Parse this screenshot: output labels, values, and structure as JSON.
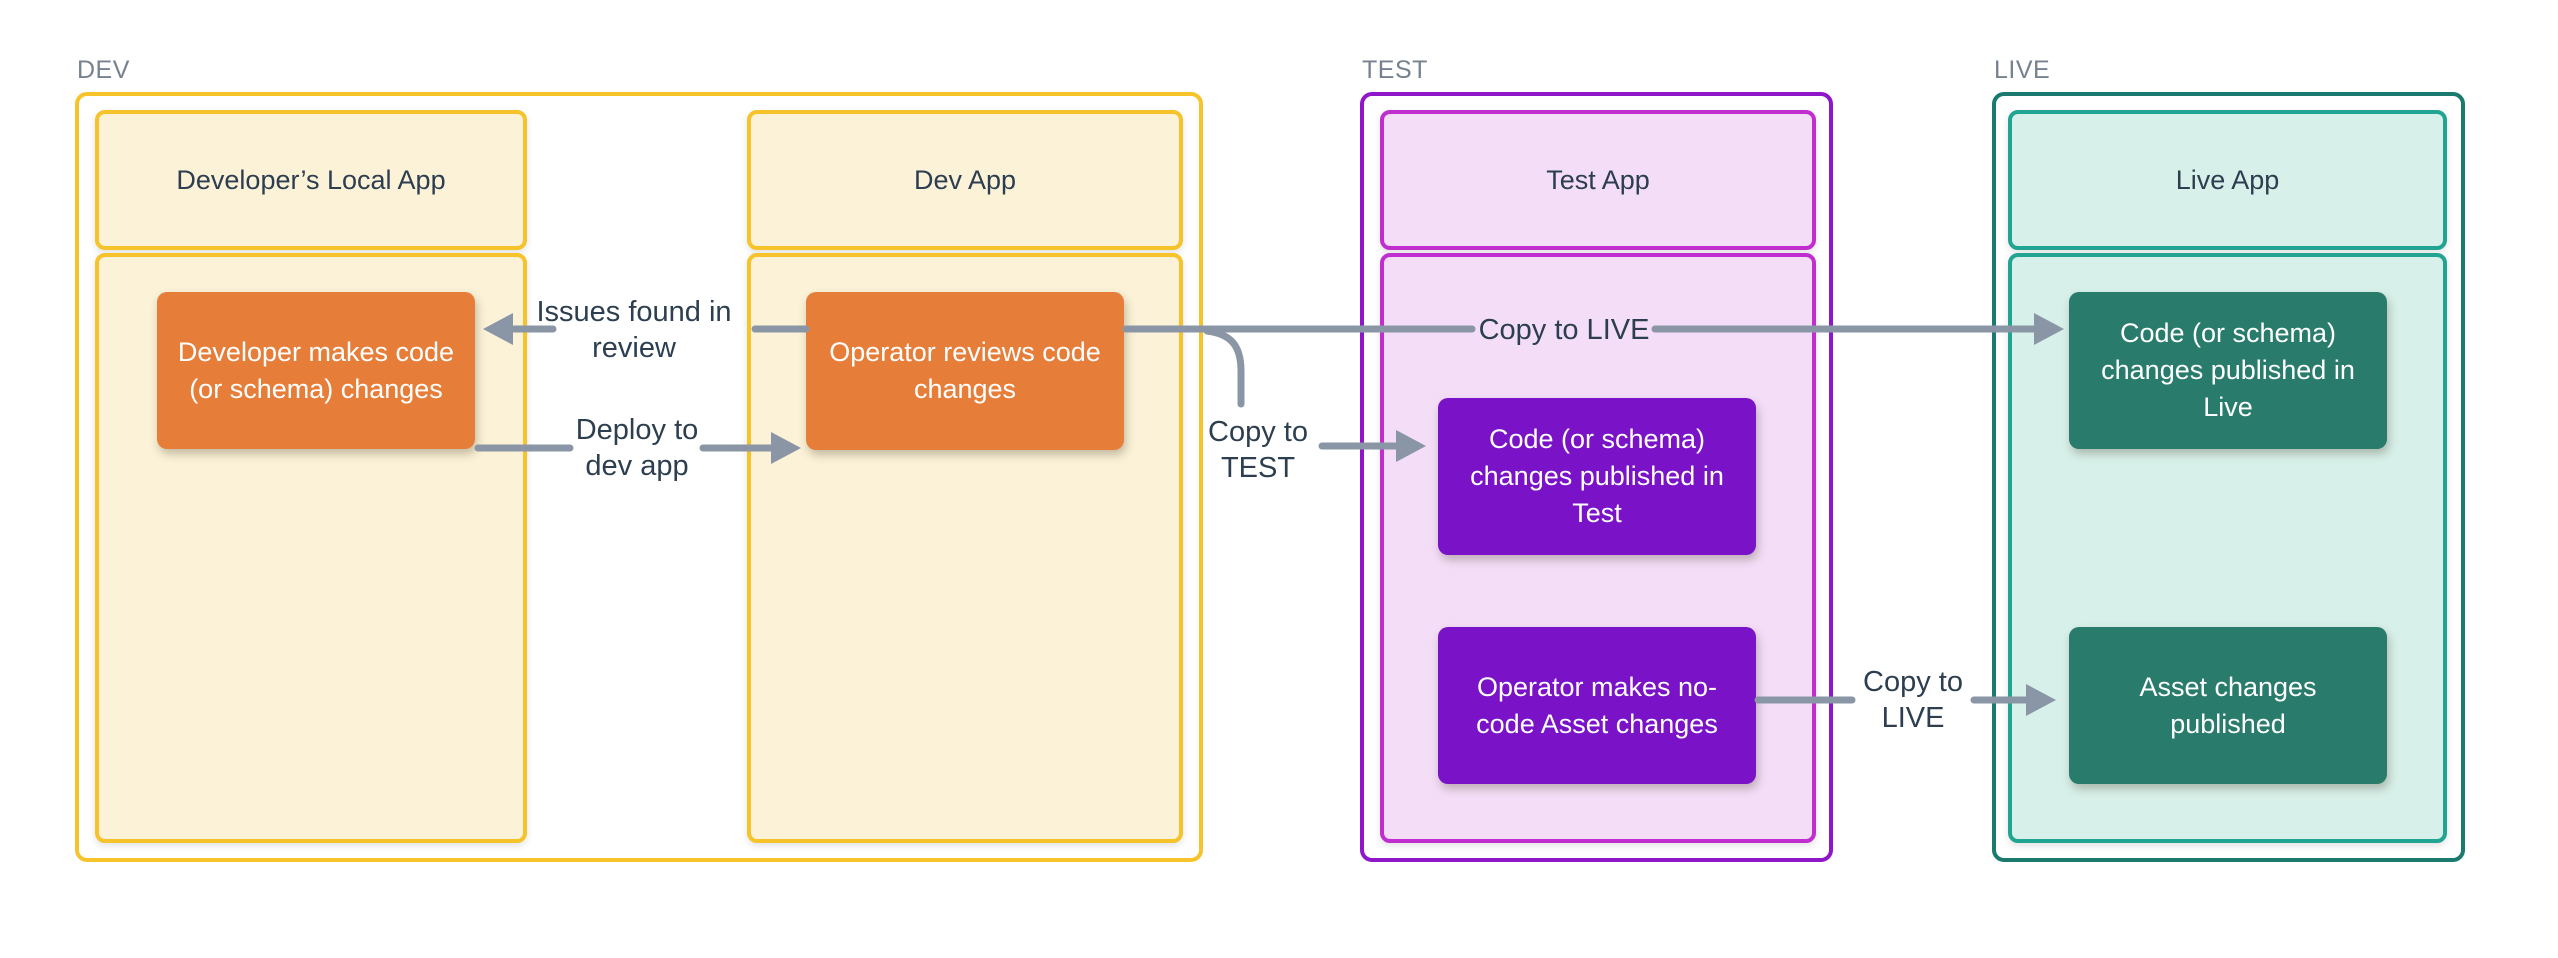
{
  "colors": {
    "page-bg": "#FFFFFF",
    "gold-border": "#F7C32B",
    "cream-fill": "#FBF2D7",
    "orange-box": "#E67E3A",
    "purple-border": "#8F17C9",
    "purple-inner-border": "#C02ECF",
    "purple-fill": "#F4DDF7",
    "purple-box": "#7A12C7",
    "teal-border": "#1B7A6E",
    "teal-inner-border": "#21A492",
    "teal-fill": "#D7F0E9",
    "teal-box": "#297C6B",
    "arrow-gray": "#8A96A5",
    "label-gray": "#76828F",
    "text-dark": "#2C3E50",
    "box-text": "#FFFFFF"
  },
  "groups": {
    "dev": {
      "label": "DEV",
      "local_app": {
        "title": "Developer’s Local App",
        "box": "Developer makes code (or schema) changes"
      },
      "dev_app": {
        "title": "Dev App",
        "box": "Operator reviews code changes"
      }
    },
    "test": {
      "label": "TEST",
      "app": {
        "title": "Test App",
        "box_code": "Code (or schema) changes published in Test",
        "box_asset": "Operator makes no-code Asset changes"
      }
    },
    "live": {
      "label": "LIVE",
      "app": {
        "title": "Live App",
        "box_code": "Code (or schema) changes published in Live",
        "box_asset": "Asset changes published"
      }
    }
  },
  "arrows": {
    "issues_found": {
      "label": "Issues found in review",
      "direction": "left"
    },
    "deploy_to_dev": {
      "label": "Deploy to dev app",
      "direction": "right"
    },
    "copy_to_live_top": {
      "label": "Copy to LIVE",
      "direction": "right"
    },
    "copy_to_test": {
      "label": "Copy to TEST",
      "direction": "right"
    },
    "copy_to_live_bottom": {
      "label": "Copy to LIVE",
      "direction": "right"
    }
  }
}
